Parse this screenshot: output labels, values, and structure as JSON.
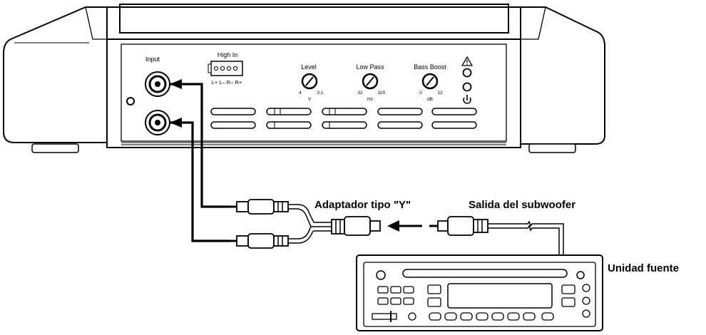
{
  "panel": {
    "input_label": "Input",
    "high_in_label": "High In",
    "high_in_pins": "L+ L– R– R+",
    "knobs": [
      {
        "label": "Level",
        "min": "4",
        "max": "0.1",
        "unit": "V"
      },
      {
        "label": "Low Pass",
        "min": "32",
        "max": "320",
        "unit": "Hz"
      },
      {
        "label": "Bass Boost",
        "min": "0",
        "max": "12",
        "unit": "dB"
      }
    ]
  },
  "callouts": {
    "y_adapter": "Adaptador tipo \"Y\"",
    "sub_out": "Salida del subwoofer",
    "head_unit": "Unidad fuente"
  }
}
